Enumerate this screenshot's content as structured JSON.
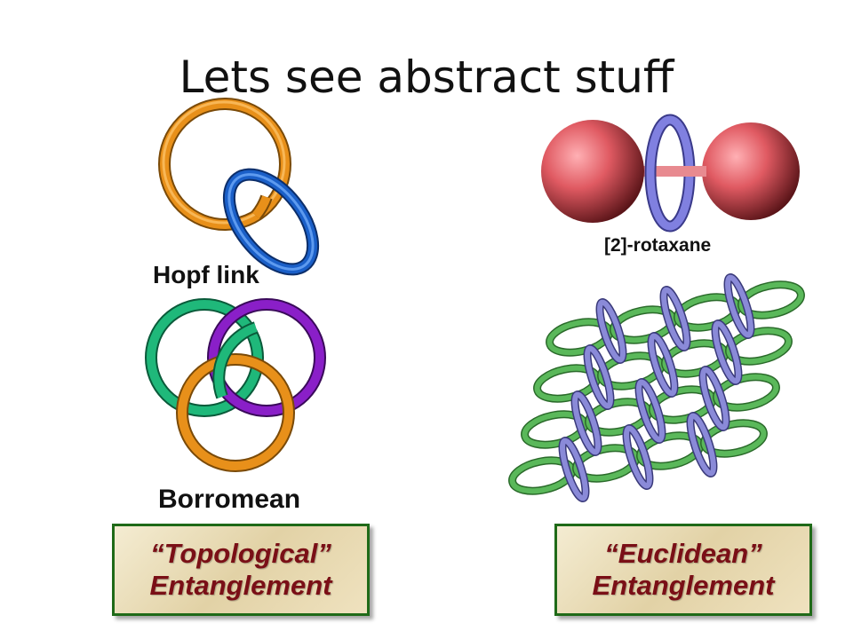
{
  "title": "Lets see abstract stuff",
  "figures": {
    "hopf": {
      "label": "Hopf link"
    },
    "borromean": {
      "label": "Borromean"
    },
    "rotaxane": {
      "label": "[2]-rotaxane"
    },
    "lattice": {
      "label": ""
    }
  },
  "boxes": {
    "topological": {
      "line1": "“Topological”",
      "line2": "Entanglement"
    },
    "euclidean": {
      "line1": "“Euclidean”",
      "line2": "Entanglement"
    }
  },
  "colors": {
    "orange_ring": "#e8901a",
    "blue_ring": "#1a5fc8",
    "green_ring": "#1fb87a",
    "purple_ring": "#8a1fc8",
    "sphere": "#e05a62",
    "rotaxane_ring": "#8080e0",
    "lattice_green": "#5ab85a",
    "lattice_blue": "#8a8ad8",
    "box_border": "#1f6a18",
    "box_text": "#7a0f16"
  }
}
